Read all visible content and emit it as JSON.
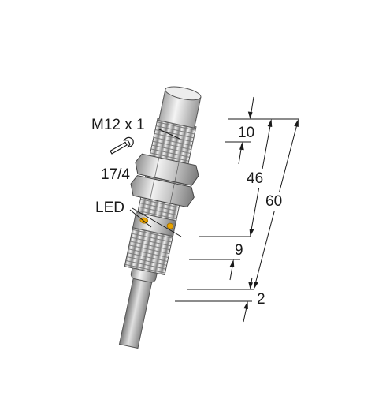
{
  "labels": {
    "thread": "M12 x 1",
    "wrench_size": "17/4",
    "led": "LED"
  },
  "dimensions": {
    "d10": "10",
    "d46": "46",
    "d60": "60",
    "d9": "9",
    "d2": "2"
  },
  "icons": {
    "wrench": "wrench-icon"
  },
  "colors": {
    "led": "#e8a300",
    "body_metal": "#c8c8c8",
    "cap": "#dcdcdc",
    "line": "#1a1a1a"
  }
}
